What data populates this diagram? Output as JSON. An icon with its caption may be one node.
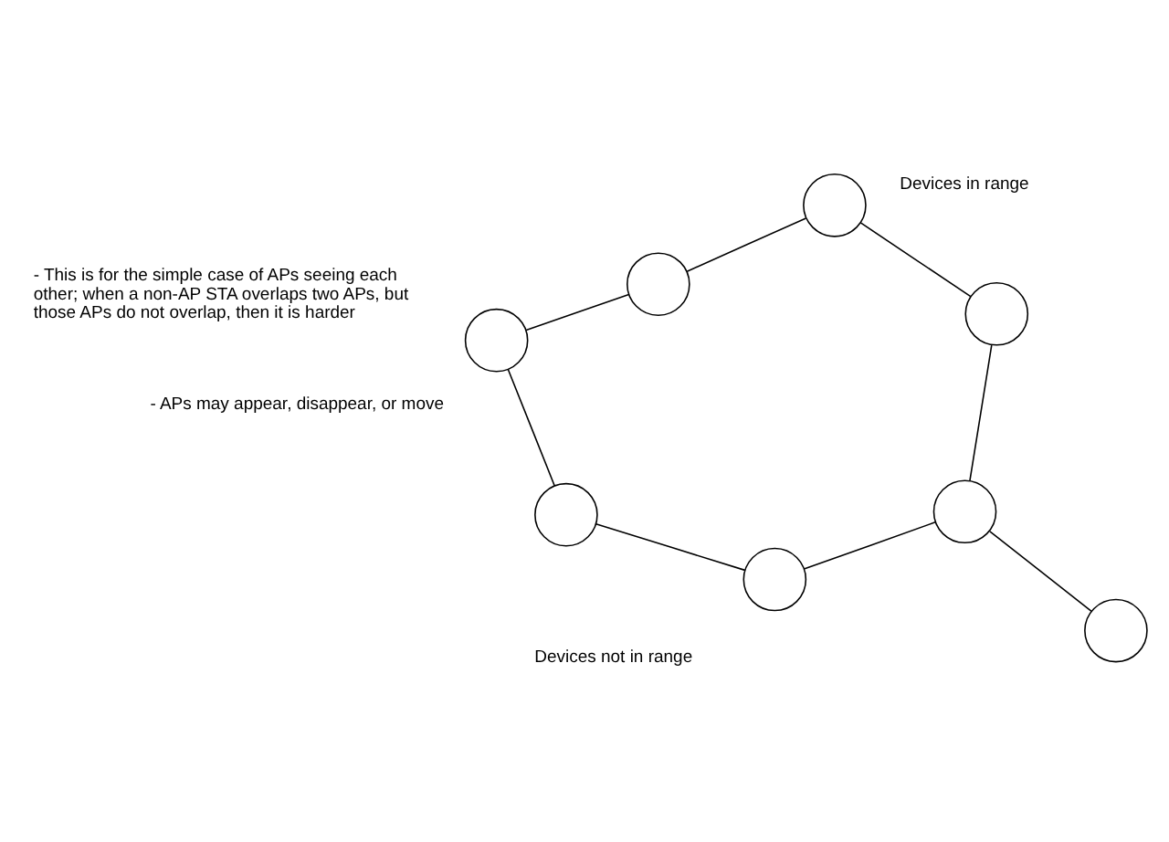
{
  "diagram": {
    "nodes": [
      {
        "text": [],
        "shape": "circle"
      },
      {
        "text": [],
        "shape": "circle"
      },
      {
        "text": [],
        "shape": "circle"
      },
      {
        "text": [],
        "shape": "circle"
      },
      {
        "text": [],
        "shape": "circle"
      },
      {
        "text": [],
        "shape": "circle"
      },
      {
        "text": [],
        "shape": "circle"
      },
      {
        "text": [],
        "shape": "circle"
      }
    ],
    "edges": [
      {
        "from": 0,
        "to": 1,
        "arrow": "none"
      },
      {
        "from": 1,
        "to": 2,
        "arrow": "none"
      },
      {
        "from": 0,
        "to": 3,
        "arrow": "none"
      },
      {
        "from": 1,
        "to": 4,
        "arrow": "none"
      },
      {
        "from": 4,
        "to": 5,
        "arrow": "none"
      },
      {
        "from": 3,
        "to": 6,
        "arrow": "none"
      },
      {
        "from": 5,
        "to": 7,
        "arrow": "none"
      },
      {
        "from": 6,
        "to": 7,
        "arrow": "none"
      }
    ],
    "labels": [
      "Devices not in range",
      "Devices in range",
      "- APs may appear, disappear, or move",
      "- This is for the simple case of APs seeing each other; when a non-AP STA overlaps two APs, but those APs do not overlap, then it is harder"
    ]
  }
}
